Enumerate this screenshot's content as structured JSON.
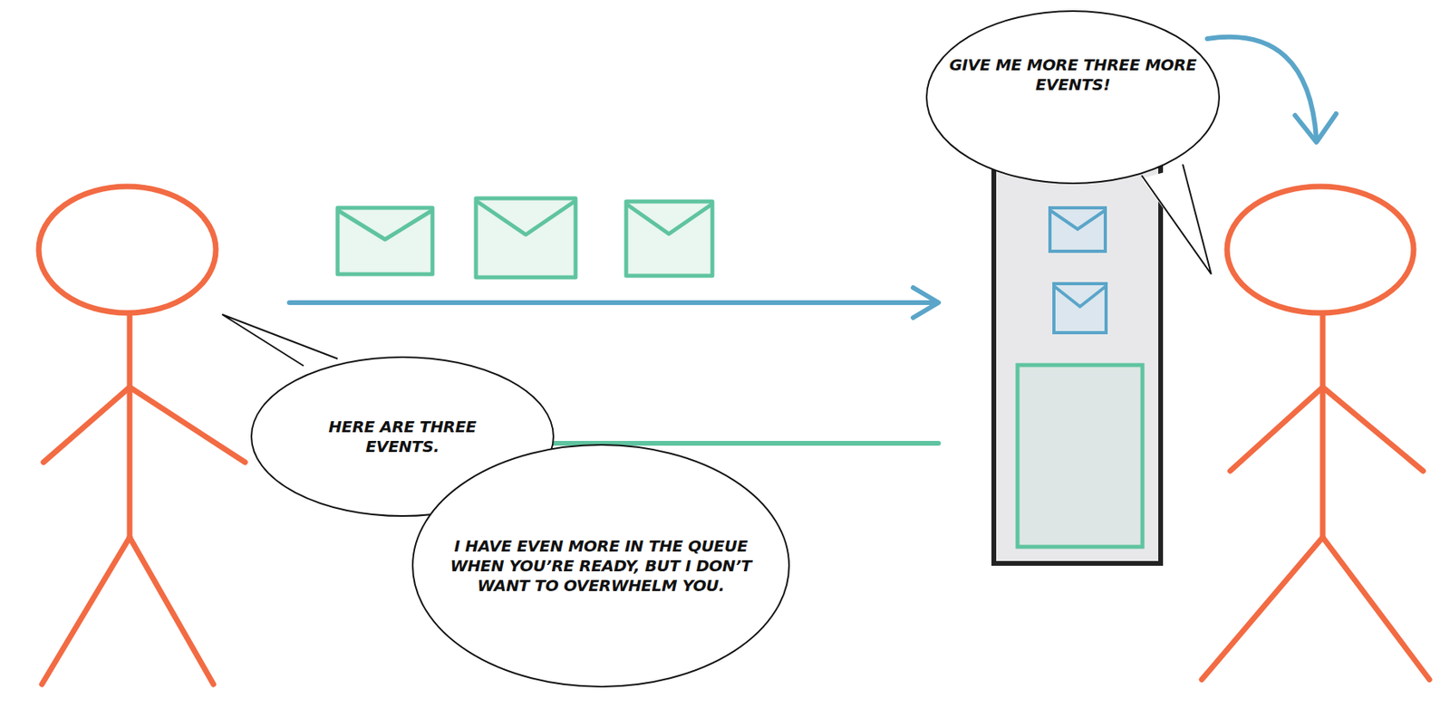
{
  "diagram": {
    "nodes": [
      {
        "text": [
          "GIVE ME MORE THREE MORE EVENTS!"
        ]
      },
      {
        "text": [
          "HERE ARE THREE EVENTS."
        ]
      },
      {
        "text": [
          "I HAVE EVEN MORE IN THE QUEUE WHEN YOU’RE READY, BUT I DON’T WANT TO OVERWHELM YOU."
        ]
      }
    ]
  }
}
